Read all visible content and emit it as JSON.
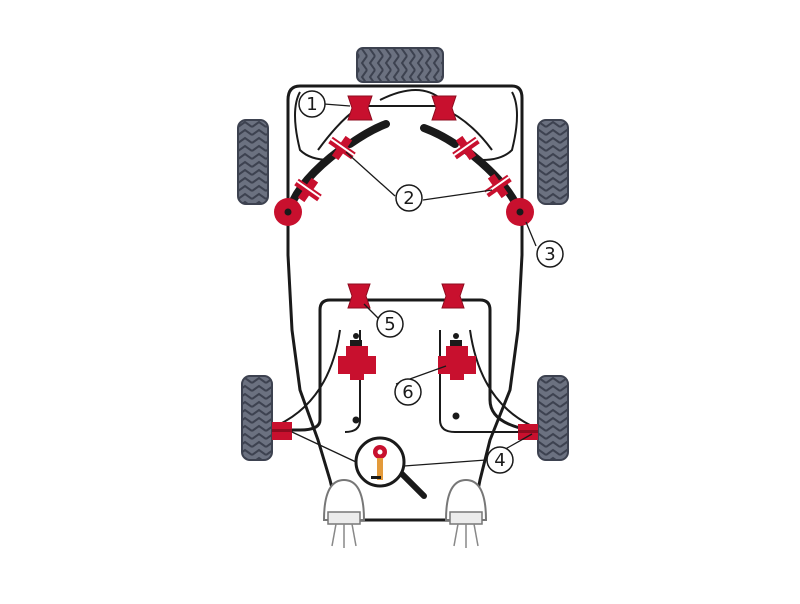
{
  "callouts": [
    {
      "id": 1,
      "text": "1"
    },
    {
      "id": 2,
      "text": "2"
    },
    {
      "id": 3,
      "text": "3"
    },
    {
      "id": 4,
      "text": "4"
    },
    {
      "id": 5,
      "text": "5"
    },
    {
      "id": 6,
      "text": "6"
    }
  ],
  "colors": {
    "bush_red": "#c8102e",
    "bush_dark": "#8e0b1f",
    "line": "#1a1a1a",
    "tyre": "#6b7180",
    "tyre_tread": "#3d4250",
    "brass": "#e39a3a"
  },
  "icons": [
    "tyre-icon",
    "bush-icon",
    "top-mount-icon",
    "engine-mount-icon",
    "shock-absorber-icon",
    "magnifier-icon"
  ]
}
